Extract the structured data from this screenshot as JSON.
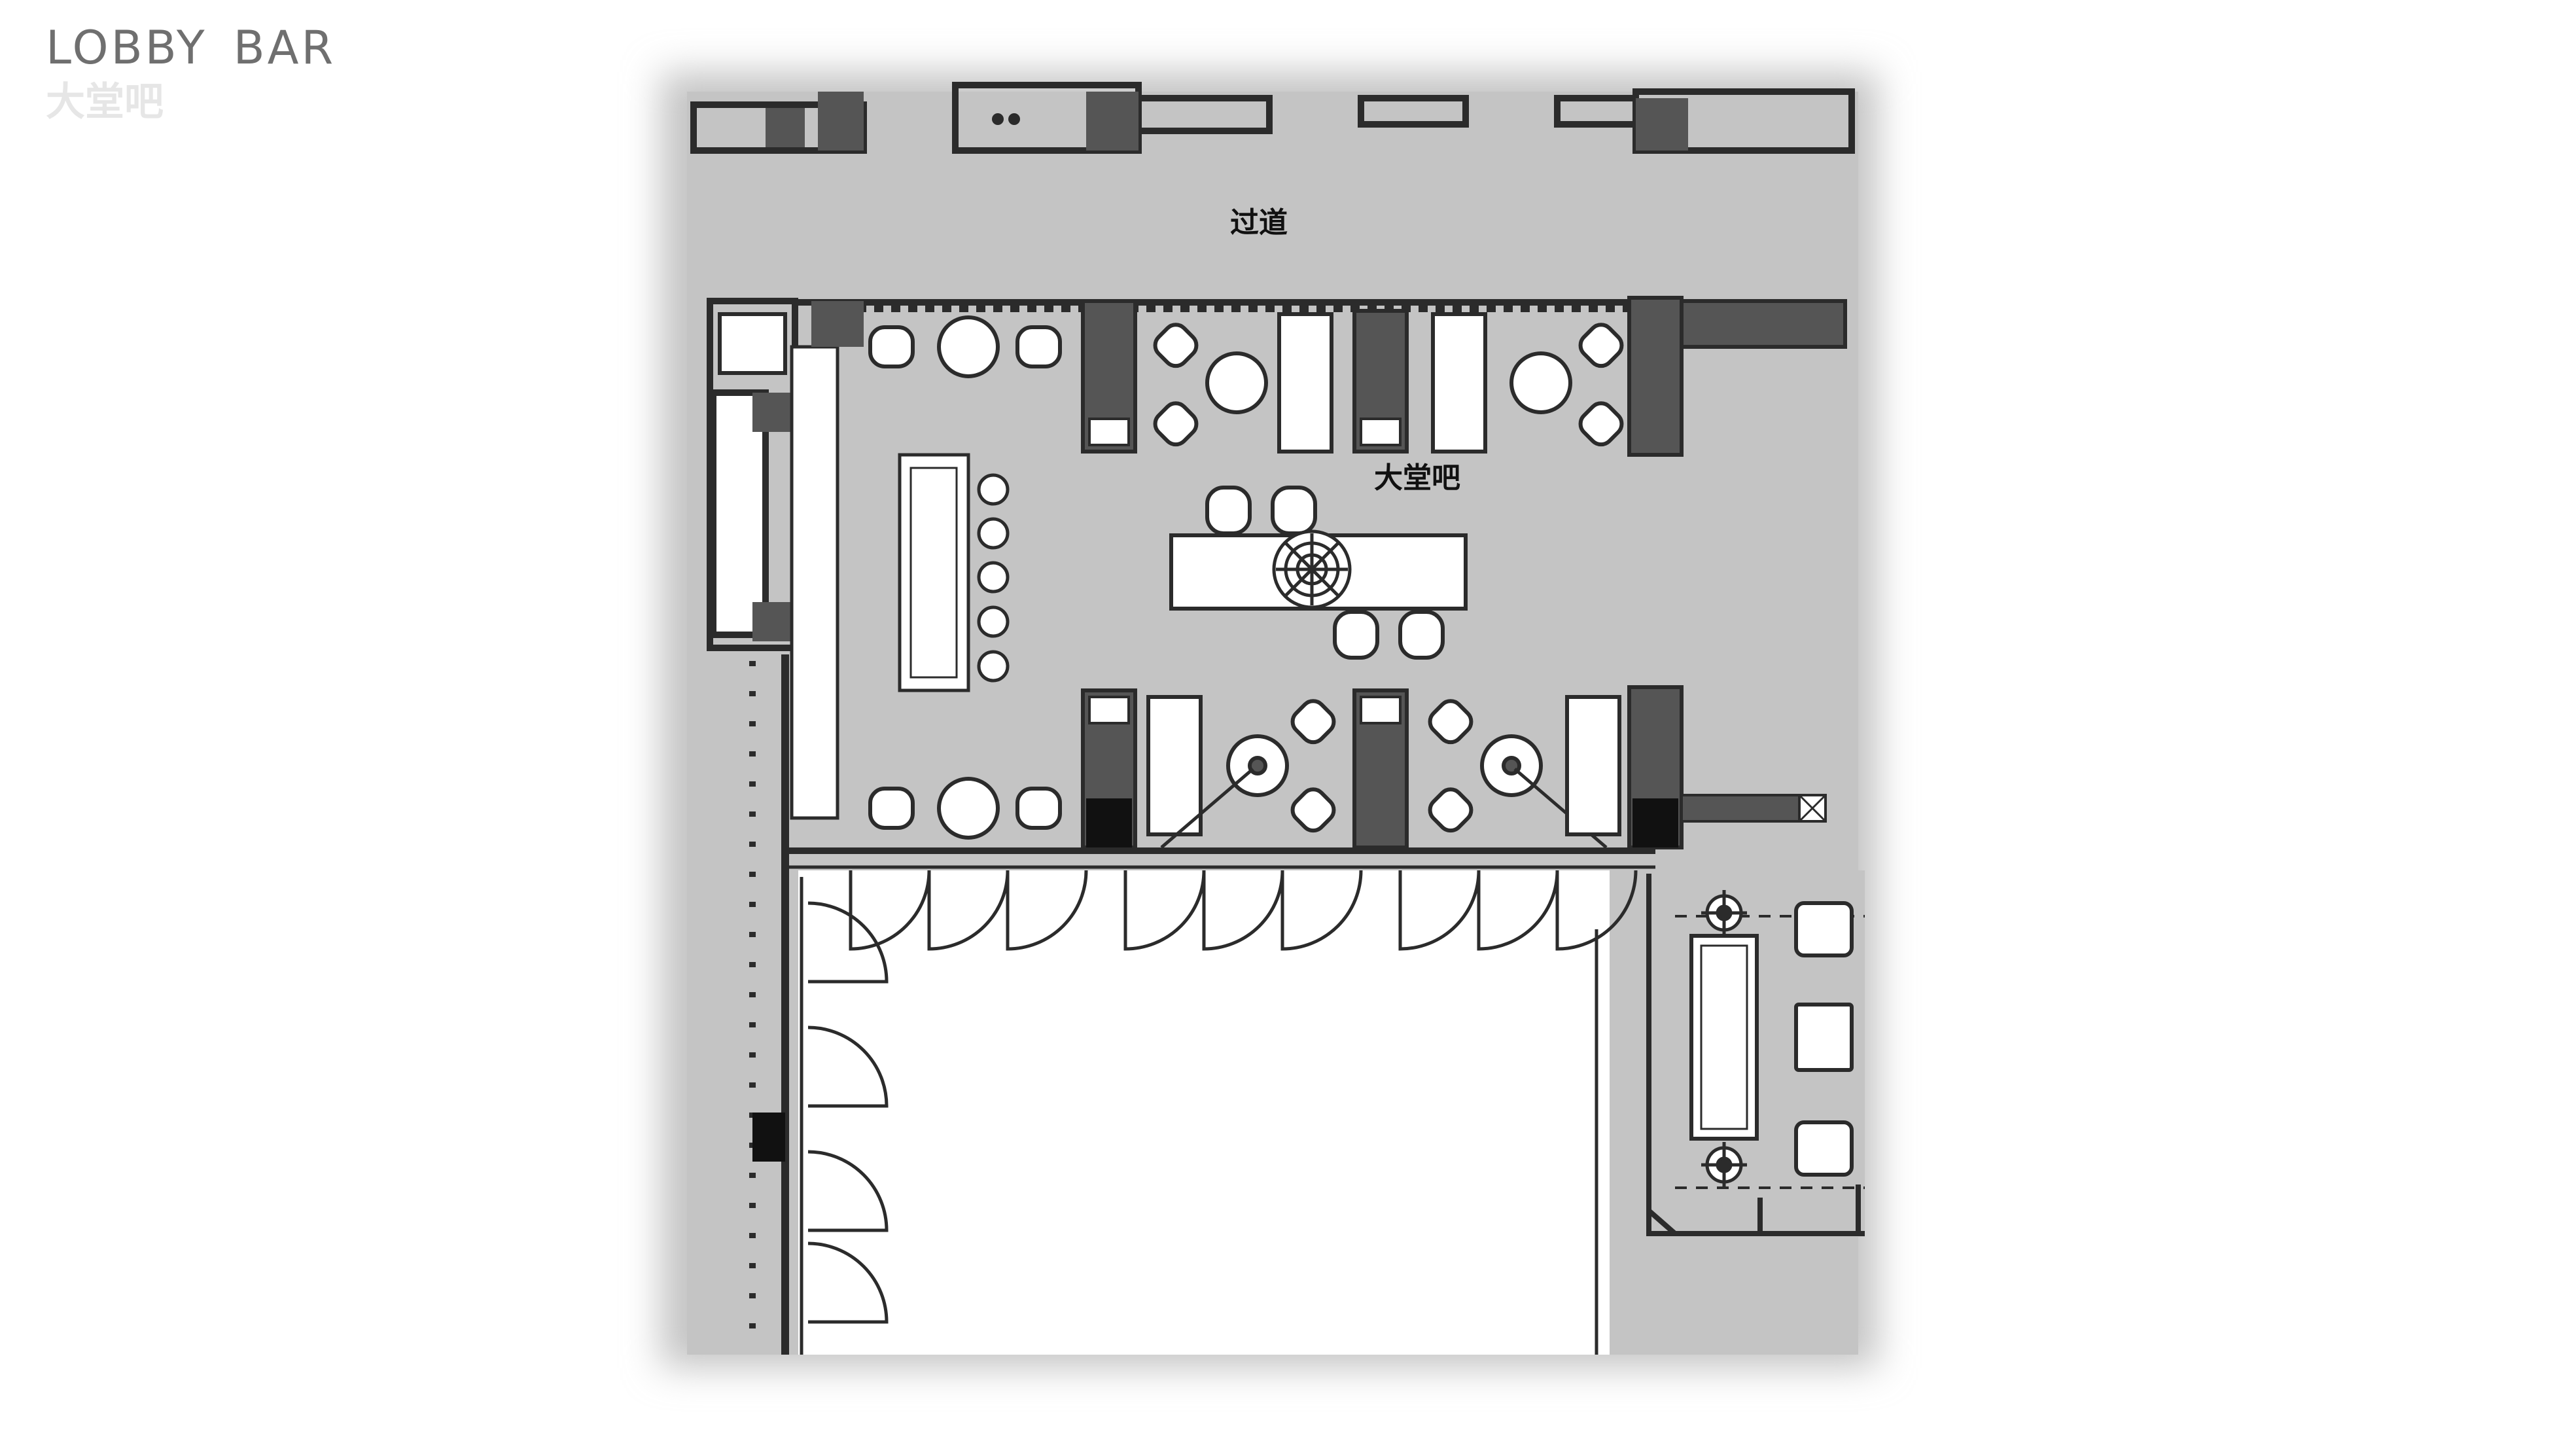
{
  "header": {
    "title_en_1": "LOBBY",
    "title_en_2": "BAR",
    "title_zh": "大堂吧"
  },
  "plan": {
    "labels": {
      "corridor": "过道",
      "lobby_bar": "大堂吧"
    },
    "colors": {
      "floor": "#c4c4c4",
      "wall": "#2b2b2b",
      "dark_fill": "#555555",
      "furniture": "#ffffff",
      "outside": "#ffffff"
    }
  }
}
